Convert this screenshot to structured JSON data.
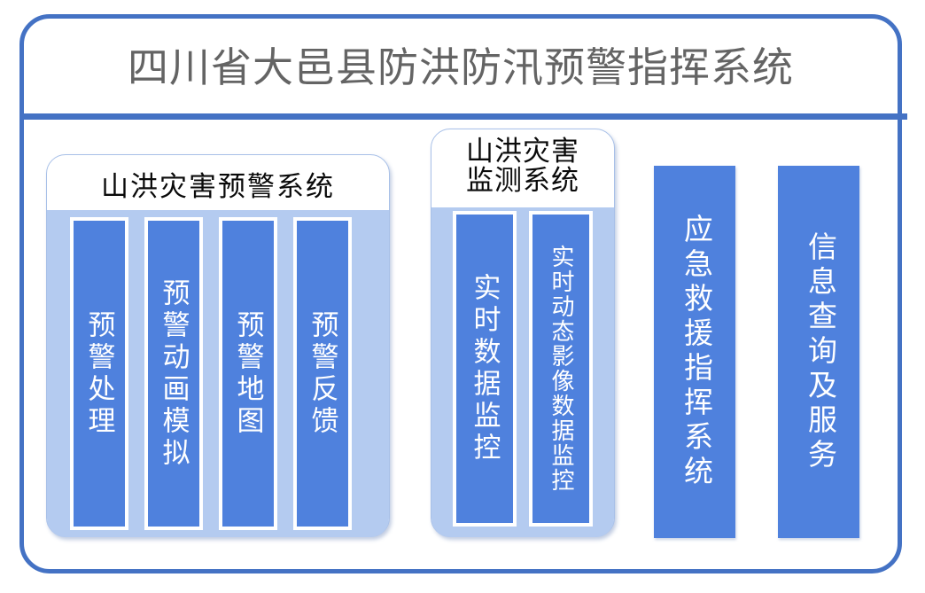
{
  "header": {
    "title": "四川省大邑县防洪防汛预警指挥系统"
  },
  "colors": {
    "frame_blue": "#4472c4",
    "bar_blue": "#4f81dd",
    "panel_fill": "#b4cbf0",
    "panel_border": "#a8c0e8",
    "title_gray": "#646464",
    "bar_text": "#ffffff",
    "panel_title_text": "#0a0a0a",
    "background": "#ffffff"
  },
  "panels": [
    {
      "id": "warning-system",
      "title": "山洪灾害预警系统",
      "modules": [
        {
          "label": "预警处理"
        },
        {
          "label": "预警动画模拟"
        },
        {
          "label": "预警地图"
        },
        {
          "label": "预警反馈"
        }
      ]
    },
    {
      "id": "monitoring-system",
      "title": "山洪灾害\n监测系统",
      "modules": [
        {
          "label": "实时数据监控"
        },
        {
          "label": "实时动态影像数据监控"
        }
      ]
    }
  ],
  "standalone_modules": [
    {
      "id": "emergency-rescue",
      "label": "应急救援指挥系统"
    },
    {
      "id": "info-service",
      "label": "信息查询及服务"
    }
  ]
}
